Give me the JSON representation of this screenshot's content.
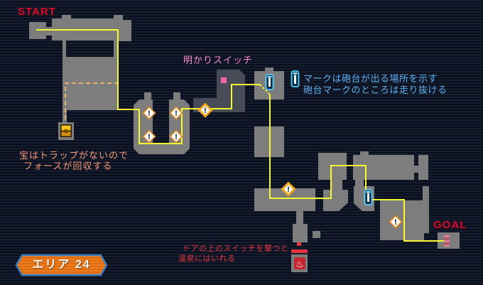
{
  "labels": {
    "start": "START",
    "goal": "GOAL",
    "light_switch": "明かりスイッチ",
    "area_badge": "エリア 24"
  },
  "legend": {
    "line1": "マークは砲台が出る場所を示す",
    "line2": "砲台マークのところは走り抜ける"
  },
  "notes": {
    "treasure_line1": "宝はトラップがないので",
    "treasure_line2": "フォースが回収する",
    "hotspring_line1": "ドアの上のスイッチを撃つと",
    "hotspring_line2": "温泉にはいれる"
  },
  "glyphs": {
    "item_marker": "!",
    "onsen": "♨"
  },
  "colors": {
    "background_dark": "#0a0f1d",
    "background_light": "#161d2f",
    "room_gray": "#7d7d7d",
    "dark_room_gray": "#474c57",
    "route_yellow": "#f8f830",
    "treasure_dash_orange": "#e8b06a",
    "item_marker_border": "#dd8822",
    "item_marker_highlight": "#f2a71f",
    "turret_cyan": "#55d0f8",
    "switch_pink": "#f468b0",
    "door_red": "#e5333f",
    "title_red": "#cc1130",
    "note_red": "#e23742",
    "note_salmon": "#f49a7a",
    "legend_blue": "#5cb0f0",
    "label_pink": "#fa8cc8",
    "badge_orange": "#ef7d1f",
    "badge_border_blue": "#3a7ec2",
    "goal_coil_pink": "#f08098"
  }
}
